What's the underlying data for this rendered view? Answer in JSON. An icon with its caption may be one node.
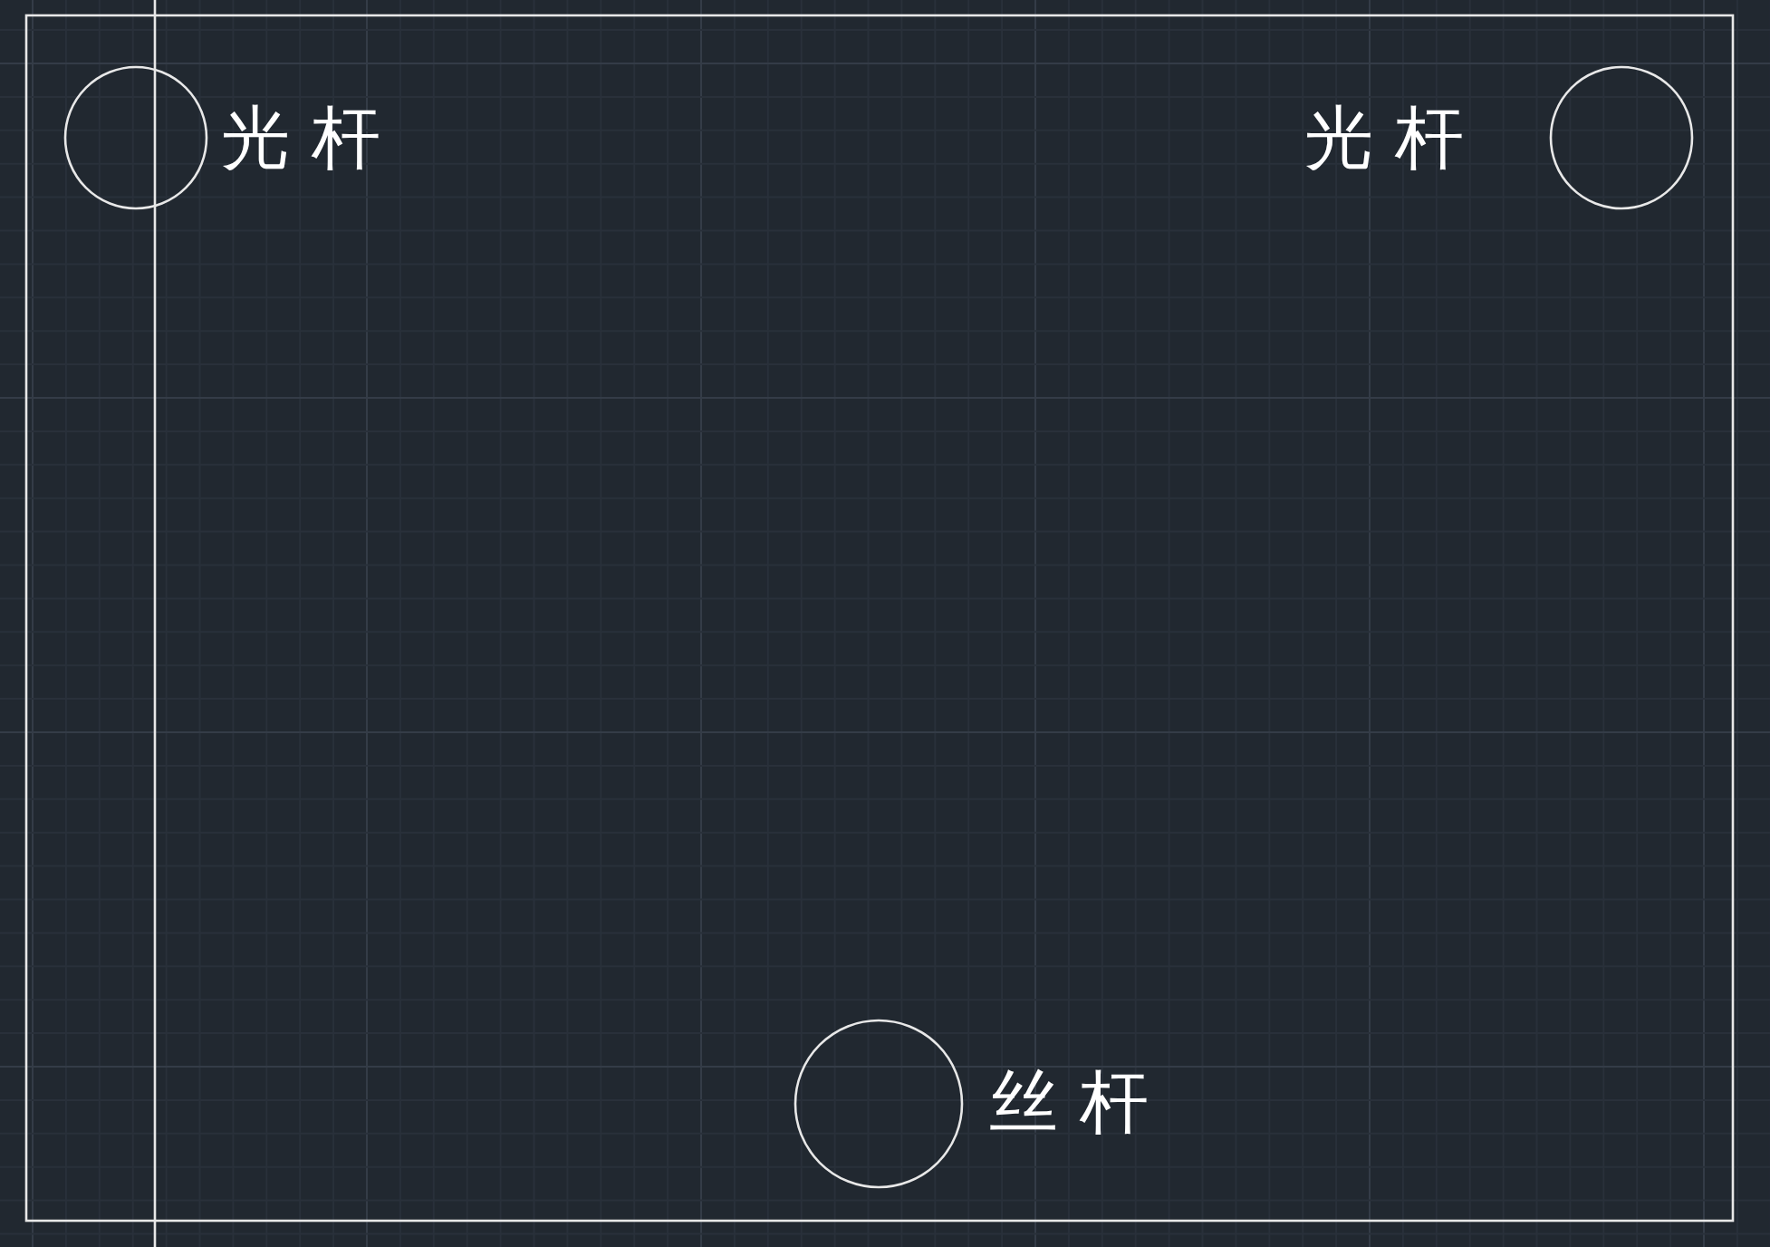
{
  "diagram": {
    "nodes": [
      {
        "text": [],
        "shape": "circle",
        "beside": [
          "光 杆"
        ]
      },
      {
        "text": [],
        "shape": "circle",
        "beside": [
          "光 杆"
        ]
      },
      {
        "text": [],
        "shape": "circle",
        "beside": [
          "丝 杆"
        ]
      }
    ]
  }
}
